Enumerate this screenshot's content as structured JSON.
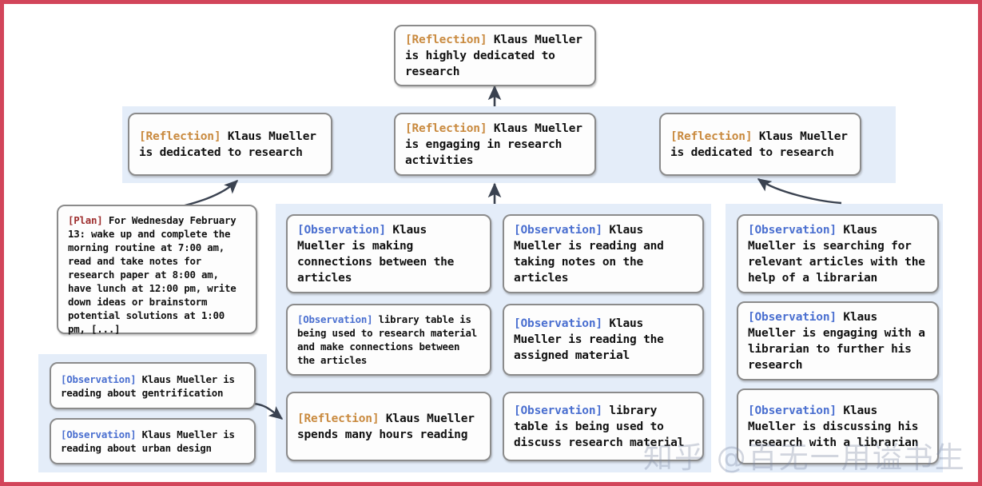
{
  "figure": {
    "border_color": "#d2455a",
    "panel_color": "#e4edf9",
    "node_border_color": "#8b8b8b",
    "tag_colors": {
      "reflection": "#c98a3f",
      "observation": "#4a6fd0",
      "plan": "#9e2f2f"
    }
  },
  "watermark": {
    "text": "知乎 @百无一用谥书生"
  },
  "nodes": {
    "top_reflection": {
      "tag": "[Reflection]",
      "text": " Klaus Mueller is highly dedicated to research"
    },
    "mid_left_reflection": {
      "tag": "[Reflection]",
      "text": " Klaus Mueller is dedicated to research"
    },
    "mid_center_reflection": {
      "tag": "[Reflection]",
      "text": " Klaus Mueller is engaging in research activities"
    },
    "mid_right_reflection": {
      "tag": "[Reflection]",
      "text": " Klaus Mueller is dedicated to research"
    },
    "plan": {
      "tag": "[Plan]",
      "text": " For Wednesday February 13: wake up and complete the morning routine at 7:00 am, read and take notes for research paper at 8:00 am, have lunch at 12:00 pm, write down ideas or brainstorm potential solutions at 1:00 pm, [...]"
    },
    "obs_gentrification": {
      "tag": "[Observation]",
      "text": " Klaus Mueller is reading about gentrification"
    },
    "obs_urban_design": {
      "tag": "[Observation]",
      "text": " Klaus Mueller is reading about urban design"
    },
    "obs_connections": {
      "tag": "[Observation]",
      "text": " Klaus Mueller is making connections between the articles"
    },
    "obs_library_table_connections": {
      "tag": "[Observation]",
      "text": " library table is being used to research material and make connections between the articles"
    },
    "reflection_hours_reading": {
      "tag": "[Reflection]",
      "text": " Klaus Mueller spends many hours reading"
    },
    "obs_taking_notes": {
      "tag": "[Observation]",
      "text": " Klaus Mueller is reading and taking notes on the articles"
    },
    "obs_assigned_material": {
      "tag": "[Observation]",
      "text": " Klaus Mueller is reading the assigned material"
    },
    "obs_library_table_discuss": {
      "tag": "[Observation]",
      "text": " library table is being used to discuss research material"
    },
    "obs_searching_articles": {
      "tag": "[Observation]",
      "text": " Klaus Mueller is searching for relevant articles with the help of a librarian"
    },
    "obs_engaging_librarian": {
      "tag": "[Observation]",
      "text": " Klaus Mueller is engaging with a librarian to further his research"
    },
    "obs_discussing_librarian": {
      "tag": "[Observation]",
      "text": " Klaus Mueller is discussing his research with a librarian"
    }
  }
}
